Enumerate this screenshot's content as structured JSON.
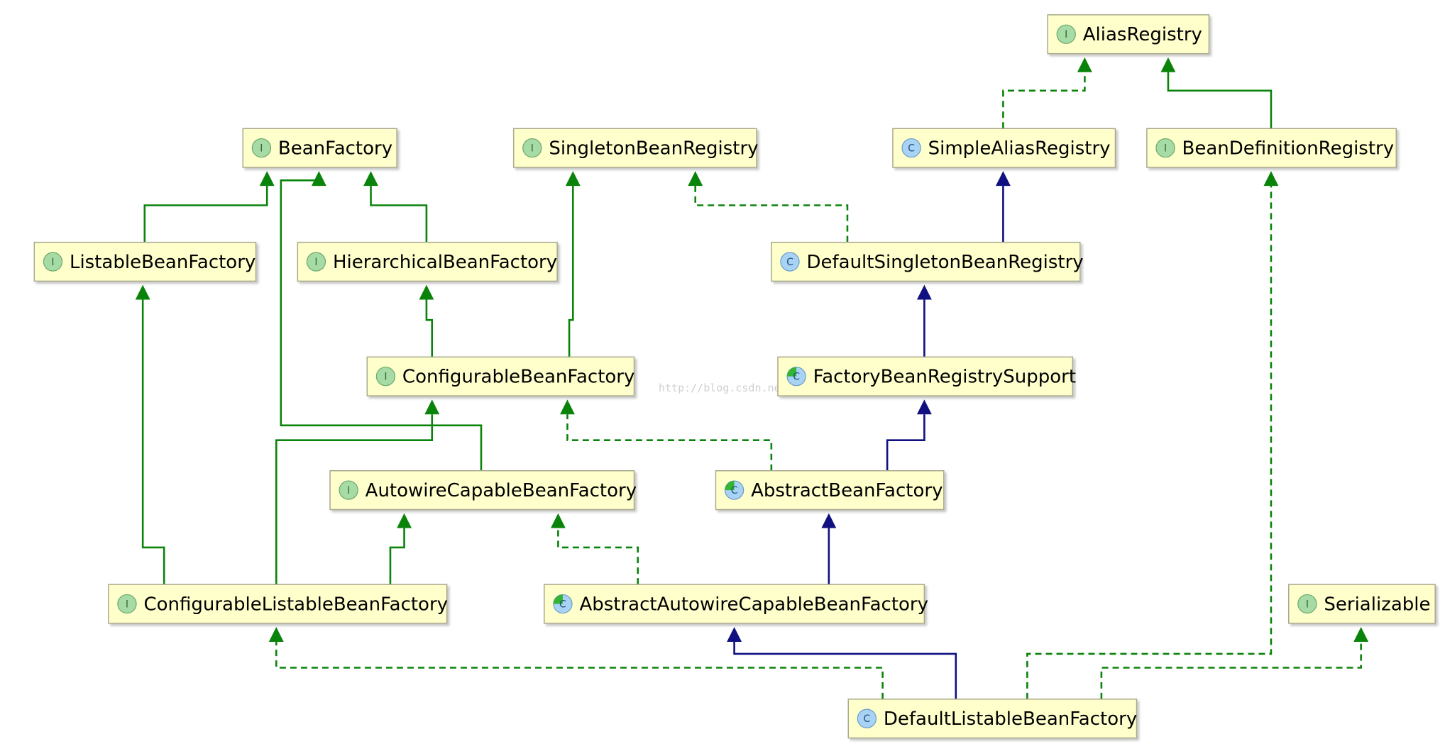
{
  "watermark": "http://blog.csdn.net/",
  "colors": {
    "interface_arrow": "#0a830a",
    "class_arrow": "#101080",
    "node_fill": "#ffffcc",
    "node_border": "#a9a98e",
    "interface_icon_fill": "#a6dba6",
    "class_icon_fill": "#a9d3f5",
    "abstract_icon_accent": "#33b533"
  },
  "nodes": [
    {
      "id": "alias-registry",
      "label": "AliasRegistry",
      "kind": "interface",
      "icon": "interface-icon"
    },
    {
      "id": "bean-factory",
      "label": "BeanFactory",
      "kind": "interface",
      "icon": "interface-icon"
    },
    {
      "id": "singleton-bean-registry",
      "label": "SingletonBeanRegistry",
      "kind": "interface",
      "icon": "interface-icon"
    },
    {
      "id": "simple-alias-registry",
      "label": "SimpleAliasRegistry",
      "kind": "class",
      "icon": "class-icon"
    },
    {
      "id": "bean-definition-registry",
      "label": "BeanDefinitionRegistry",
      "kind": "interface",
      "icon": "interface-icon"
    },
    {
      "id": "listable-bean-factory",
      "label": "ListableBeanFactory",
      "kind": "interface",
      "icon": "interface-icon"
    },
    {
      "id": "hierarchical-bean-factory",
      "label": "HierarchicalBeanFactory",
      "kind": "interface",
      "icon": "interface-icon"
    },
    {
      "id": "default-singleton-bean-registry",
      "label": "DefaultSingletonBeanRegistry",
      "kind": "class",
      "icon": "class-icon"
    },
    {
      "id": "configurable-bean-factory",
      "label": "ConfigurableBeanFactory",
      "kind": "interface",
      "icon": "interface-icon"
    },
    {
      "id": "factory-bean-registry-support",
      "label": "FactoryBeanRegistrySupport",
      "kind": "abstract",
      "icon": "abstract-class-icon"
    },
    {
      "id": "autowire-capable-bean-factory",
      "label": "AutowireCapableBeanFactory",
      "kind": "interface",
      "icon": "interface-icon"
    },
    {
      "id": "abstract-bean-factory",
      "label": "AbstractBeanFactory",
      "kind": "abstract",
      "icon": "abstract-class-icon"
    },
    {
      "id": "configurable-listable-bean-factory",
      "label": "ConfigurableListableBeanFactory",
      "kind": "interface",
      "icon": "interface-icon"
    },
    {
      "id": "abstract-autowire-capable-bean-factory",
      "label": "AbstractAutowireCapableBeanFactory",
      "kind": "abstract",
      "icon": "abstract-class-icon"
    },
    {
      "id": "serializable",
      "label": "Serializable",
      "kind": "interface",
      "icon": "interface-icon"
    },
    {
      "id": "default-listable-bean-factory",
      "label": "DefaultListableBeanFactory",
      "kind": "class",
      "icon": "class-icon"
    }
  ],
  "edges": [
    {
      "from": "simple-alias-registry",
      "to": "alias-registry",
      "type": "implements"
    },
    {
      "from": "bean-definition-registry",
      "to": "alias-registry",
      "type": "extends-interface"
    },
    {
      "from": "listable-bean-factory",
      "to": "bean-factory",
      "type": "extends-interface"
    },
    {
      "from": "hierarchical-bean-factory",
      "to": "bean-factory",
      "type": "extends-interface"
    },
    {
      "from": "autowire-capable-bean-factory",
      "to": "bean-factory",
      "type": "extends-interface"
    },
    {
      "from": "configurable-bean-factory",
      "to": "hierarchical-bean-factory",
      "type": "extends-interface"
    },
    {
      "from": "configurable-bean-factory",
      "to": "singleton-bean-registry",
      "type": "extends-interface"
    },
    {
      "from": "default-singleton-bean-registry",
      "to": "singleton-bean-registry",
      "type": "implements"
    },
    {
      "from": "default-singleton-bean-registry",
      "to": "simple-alias-registry",
      "type": "extends-class"
    },
    {
      "from": "factory-bean-registry-support",
      "to": "default-singleton-bean-registry",
      "type": "extends-class"
    },
    {
      "from": "abstract-bean-factory",
      "to": "factory-bean-registry-support",
      "type": "extends-class"
    },
    {
      "from": "abstract-bean-factory",
      "to": "configurable-bean-factory",
      "type": "implements"
    },
    {
      "from": "configurable-listable-bean-factory",
      "to": "listable-bean-factory",
      "type": "extends-interface"
    },
    {
      "from": "configurable-listable-bean-factory",
      "to": "configurable-bean-factory",
      "type": "extends-interface"
    },
    {
      "from": "configurable-listable-bean-factory",
      "to": "autowire-capable-bean-factory",
      "type": "extends-interface"
    },
    {
      "from": "abstract-autowire-capable-bean-factory",
      "to": "autowire-capable-bean-factory",
      "type": "implements"
    },
    {
      "from": "abstract-autowire-capable-bean-factory",
      "to": "abstract-bean-factory",
      "type": "extends-class"
    },
    {
      "from": "default-listable-bean-factory",
      "to": "configurable-listable-bean-factory",
      "type": "implements"
    },
    {
      "from": "default-listable-bean-factory",
      "to": "abstract-autowire-capable-bean-factory",
      "type": "extends-class"
    },
    {
      "from": "default-listable-bean-factory",
      "to": "bean-definition-registry",
      "type": "implements"
    },
    {
      "from": "default-listable-bean-factory",
      "to": "serializable",
      "type": "implements"
    }
  ]
}
